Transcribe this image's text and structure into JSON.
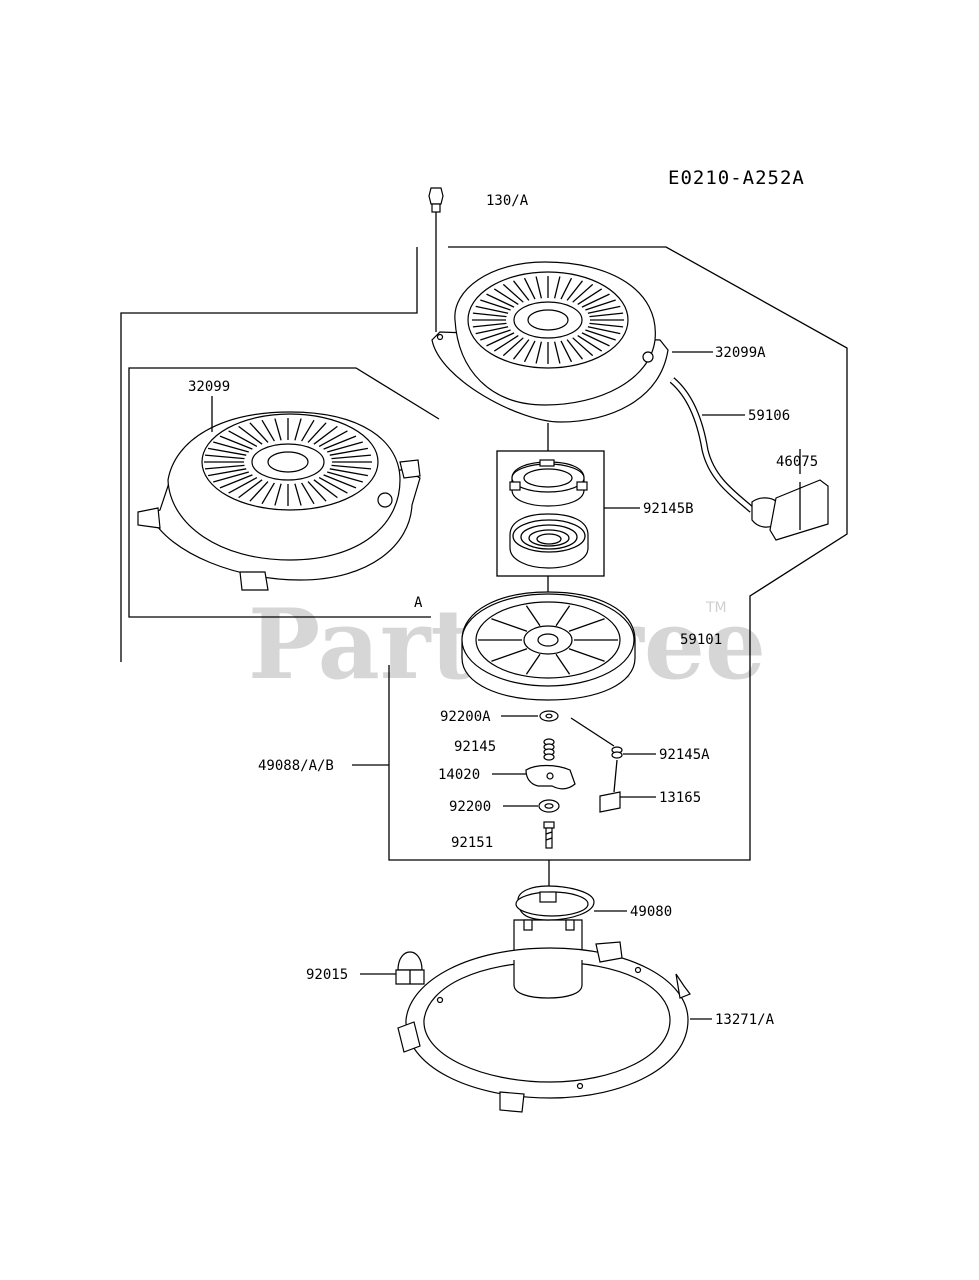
{
  "diagram_code": "E0210-A252A",
  "watermark": {
    "text": "PartsTree",
    "trademark": "TM"
  },
  "section_marker": "A",
  "labels": {
    "p130": "130/A",
    "p32099A": "32099A",
    "p59106": "59106",
    "p46075": "46075",
    "p32099": "32099",
    "p92145B": "92145B",
    "p59101": "59101",
    "p92200A": "92200A",
    "p92145": "92145",
    "p92145A": "92145A",
    "p49088": "49088/A/B",
    "p14020": "14020",
    "p92200": "92200",
    "p13165": "13165",
    "p92151": "92151",
    "p49080": "49080",
    "p92015": "92015",
    "p13271": "13271/A"
  }
}
